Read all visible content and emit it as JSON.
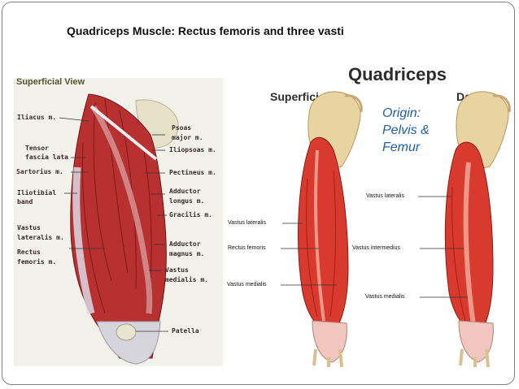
{
  "title": "Quadriceps Muscle: Rectus femoris and three vasti",
  "left_figure": {
    "heading": "Superficial View",
    "labels_left": {
      "iliacus": "Iliacus m.",
      "tensor1": "Tensor",
      "tensor2": "fascia lata",
      "sartorius": "Sartorius m.",
      "iliotibial1": "Iliotibial",
      "iliotibial2": "band",
      "vastus_lat1": "Vastus",
      "vastus_lat2": "lateralis m.",
      "rectus1": "Rectus",
      "rectus2": "femoris m."
    },
    "labels_right": {
      "psoas1": "Psoas",
      "psoas2": "major m.",
      "iliopsoas": "Iliopsoas m.",
      "pectineus": "Pectineus m.",
      "add_long1": "Adductor",
      "add_long2": "longus m.",
      "gracilis": "Gracilis m.",
      "add_mag1": "Adductor",
      "add_mag2": "magnus m.",
      "vastus_med1": "Vastus",
      "vastus_med2": "medialis m.",
      "patella": "Patella"
    }
  },
  "right_figure": {
    "heading": "Quadriceps",
    "superficial_label": "Superficial",
    "deep_label": "Deep",
    "origin_line1": "Origin:",
    "origin_line2": "Pelvis &",
    "origin_line3": "Femur",
    "superficial_labels": {
      "vastus_lateralis": "Vastus lateralis",
      "rectus_femoris": "Rectus femoris",
      "vastus_medialis": "Vastus medialis"
    },
    "deep_labels": {
      "vastus_lateralis": "Vastus lateralis",
      "vastus_intermedius": "Vastus intermedius",
      "vastus_medialis": "Vastus medialis"
    }
  }
}
